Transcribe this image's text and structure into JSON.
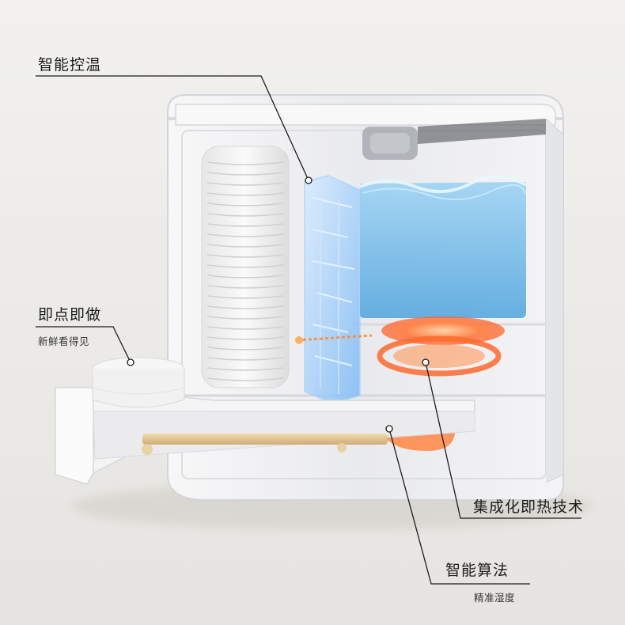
{
  "callouts": {
    "temp_control": {
      "title": "智能控温"
    },
    "instant": {
      "title": "即点即做",
      "subtitle": "新鲜看得见"
    },
    "heating": {
      "title": "集成化即热技术"
    },
    "algorithm": {
      "title": "智能算法",
      "subtitle": "精准湿度"
    }
  },
  "colors": {
    "background": "#efeeec",
    "water": "#6fb8e8",
    "heater": "#ff6a2e",
    "circuit": "#8fc8ff",
    "line": "#1c1c1c"
  }
}
